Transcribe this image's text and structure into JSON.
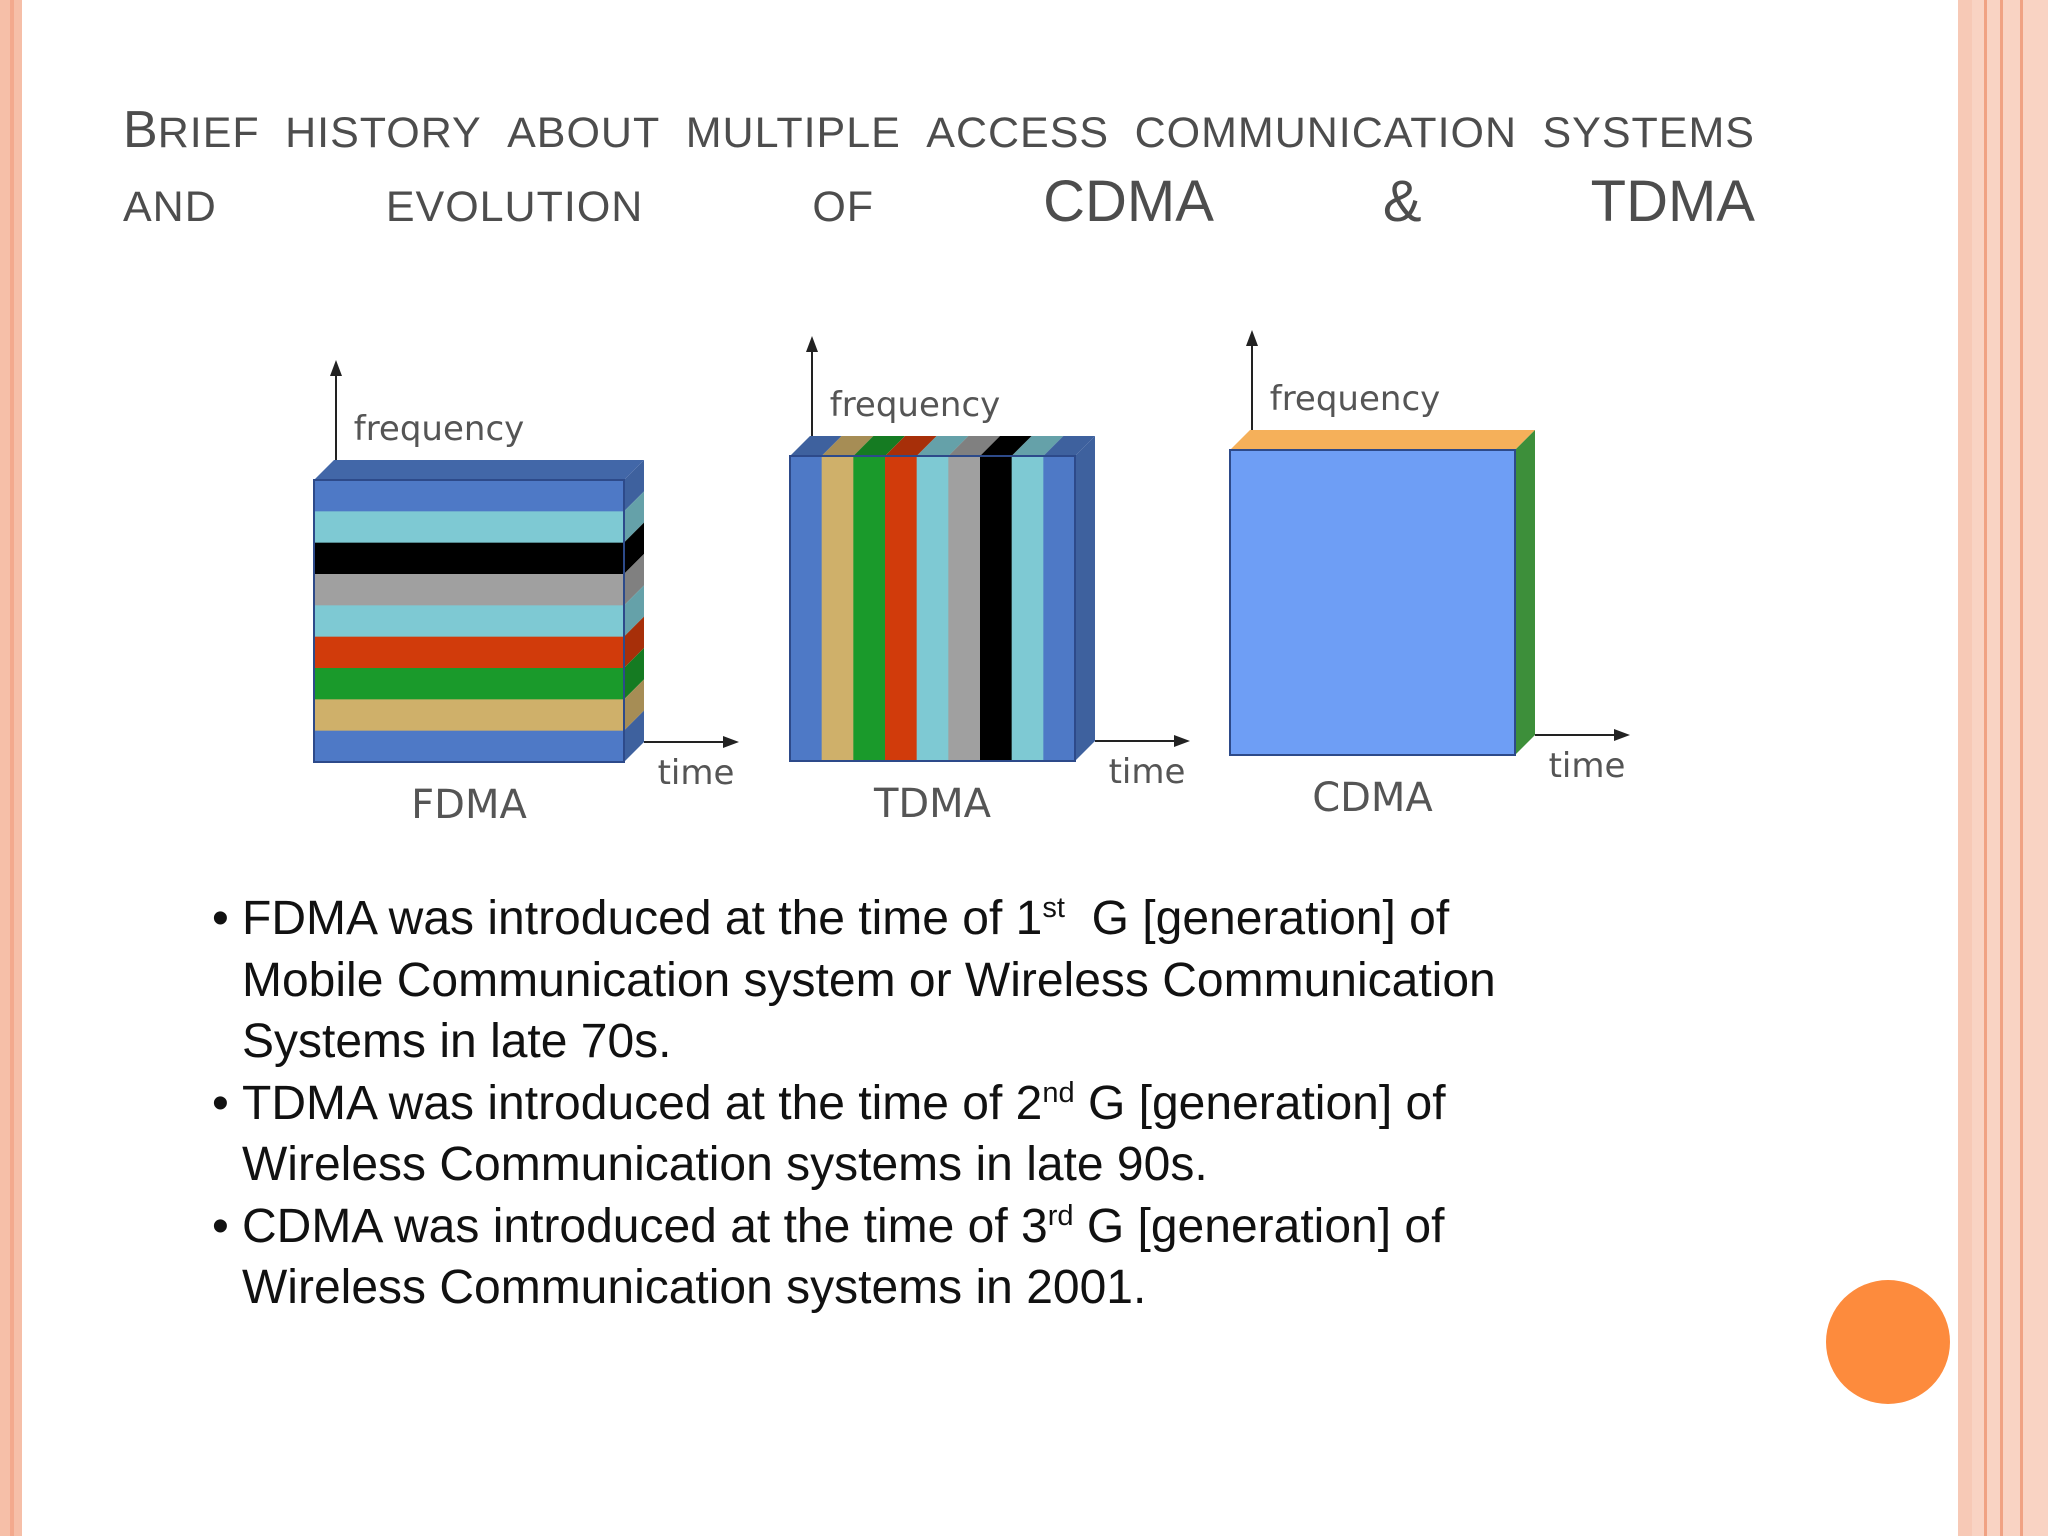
{
  "title": {
    "line1": [
      "Brief",
      "history",
      "about",
      "multiple",
      "access",
      "communication",
      "systems"
    ],
    "line2": [
      "and",
      "evolution",
      "of",
      "CDMA",
      "&",
      "TDMA"
    ]
  },
  "diagram": {
    "axis_label_frequency": "frequency",
    "axis_label_time": "time",
    "panels": [
      {
        "label": "FDMA",
        "colors": [
          "#4e79c6",
          "#7ec9d3",
          "#000000",
          "#a0a0a0",
          "#7ec9d3",
          "#d13b0b",
          "#1a9a2b",
          "#cfb06a",
          "#4e79c6"
        ]
      },
      {
        "label": "TDMA",
        "colors": [
          "#4e79c6",
          "#cfb06a",
          "#1a9a2b",
          "#d13b0b",
          "#7ec9d3",
          "#a0a0a0",
          "#000000",
          "#7ec9d3",
          "#4e79c6"
        ]
      },
      {
        "label": "CDMA",
        "colors": [
          "#6e9ef5"
        ]
      }
    ]
  },
  "bullets": [
    {
      "bullet": "•",
      "l1": "FDMA was introduced at the time of 1",
      "sup": "st",
      "l1b": "  G [generation] of",
      "l2": "Mobile Communication system or Wireless Communication",
      "l3": "Systems in late 70s."
    },
    {
      "bullet": "•",
      "l1": "TDMA was introduced at the time of 2",
      "sup": "nd",
      "l1b": " G [generation] of",
      "l2": "Wireless Communication systems in late 90s."
    },
    {
      "bullet": "•",
      "l1": "CDMA was introduced at the time of 3",
      "sup": "rd",
      "l1b": " G [generation] of",
      "l2": "Wireless Communication systems in 2001."
    }
  ],
  "colors": {
    "accent_dot": "#fd8b3d",
    "border": "#f6bfa8",
    "title_text": "#4d4d4d"
  }
}
